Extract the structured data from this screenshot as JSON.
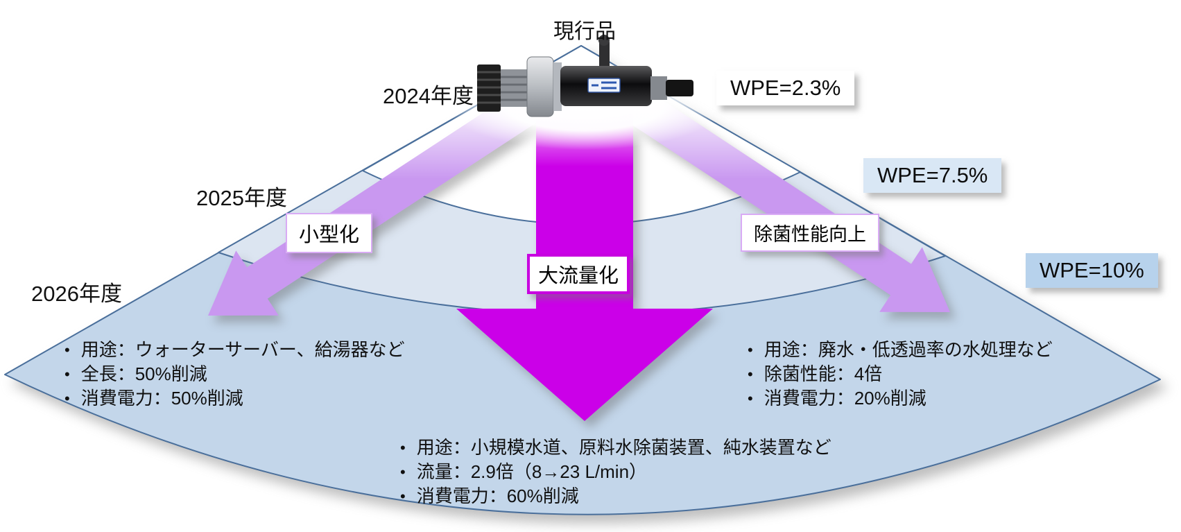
{
  "diagram": {
    "current_product_label": "現行品",
    "years": [
      {
        "label": "2024年度"
      },
      {
        "label": "2025年度"
      },
      {
        "label": "2026年度"
      }
    ],
    "wpe": [
      {
        "text": "WPE=2.3%"
      },
      {
        "text": "WPE=7.5%"
      },
      {
        "text": "WPE=10%"
      }
    ],
    "arrows": [
      {
        "id": "miniaturization",
        "label": "小型化",
        "bullets": [
          "用途：ウォーターサーバー、給湯器など",
          "全長：50%削減",
          "消費電力：50%削減"
        ]
      },
      {
        "id": "high-flow",
        "label": "大流量化",
        "bullets": [
          "用途：小規模水道、原料水除菌装置、純水装置など",
          "流量：2.9倍（8→23 L/min）",
          "消費電力：60%削減"
        ]
      },
      {
        "id": "sterilization-improvement",
        "label": "除菌性能向上",
        "bullets": [
          "用途：廃水・低透過率の水処理など",
          "除菌性能：4倍",
          "消費電力：20%削減"
        ]
      }
    ],
    "colors": {
      "band_2024": "#ffffff",
      "band_2025": "#dce5f1",
      "band_2026": "#c3d6ea",
      "fan_stroke": "#4a6f9b",
      "side_arrow": "#c998f0",
      "center_arrow": "#cb00e8",
      "wpe_2024_bg": "#ffffff",
      "wpe_2025_bg": "#d9e7f5",
      "wpe_2026_bg": "#b7d2ec",
      "side_label_border": "#d9abf5",
      "center_label_border": "#c800e0"
    }
  }
}
